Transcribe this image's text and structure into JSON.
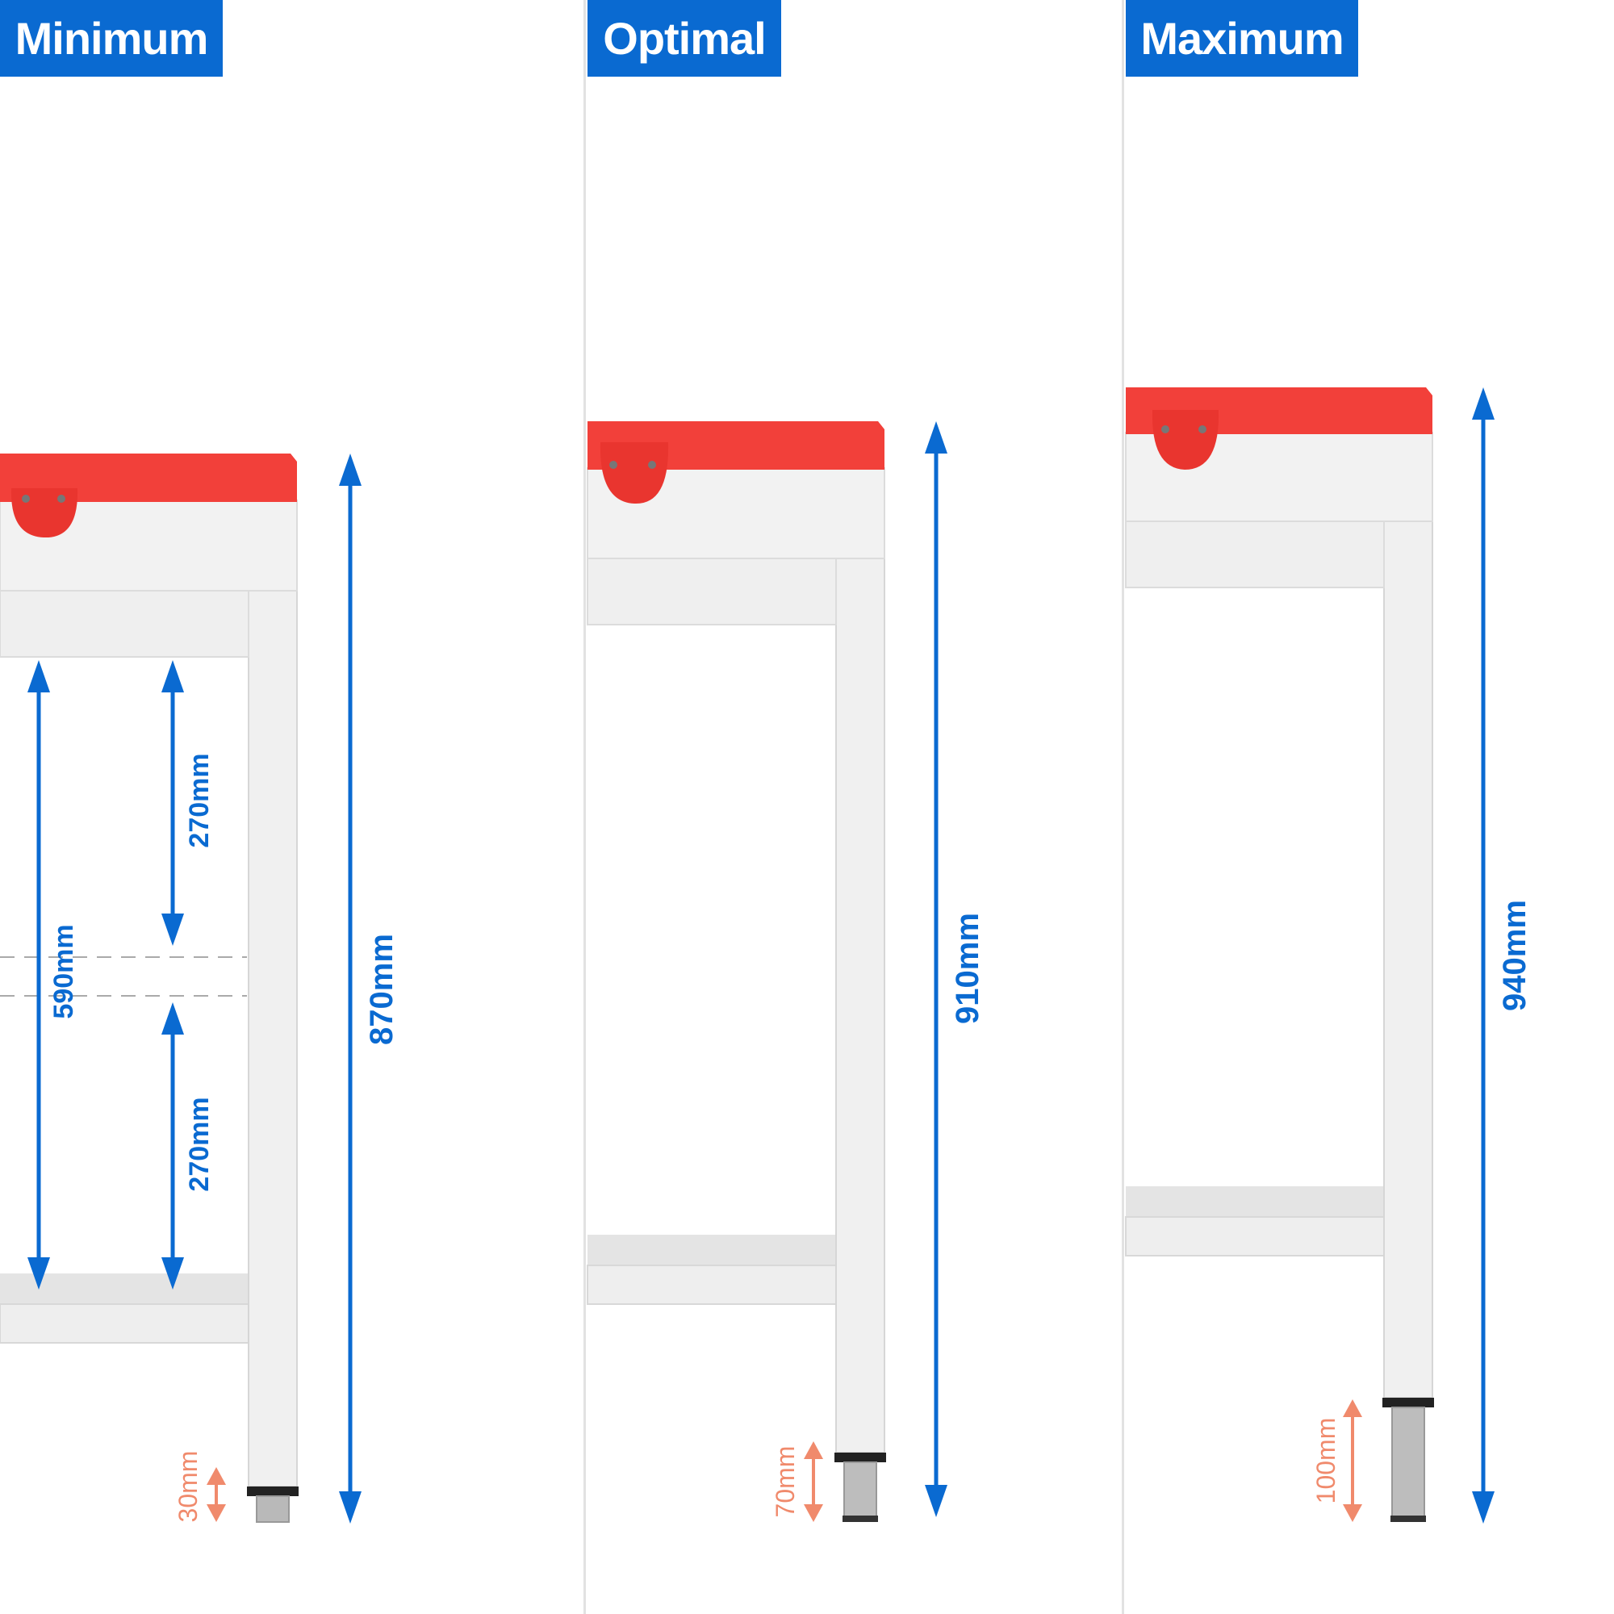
{
  "headers": {
    "minimum": "Minimum",
    "optimal": "Optimal",
    "maximum": "Maximum"
  },
  "dimensions": {
    "min_total": "870mm",
    "min_inner": "590mm",
    "min_upper_gap": "270mm",
    "min_lower_gap": "270mm",
    "min_foot": "30mm",
    "opt_total": "910mm",
    "opt_foot": "70mm",
    "max_total": "940mm",
    "max_foot": "100mm"
  },
  "colors": {
    "accent_blue": "#0a6ad1",
    "board_red": "#f2403a",
    "foot_arrow": "#f08a6c",
    "frame": "#efefef"
  }
}
